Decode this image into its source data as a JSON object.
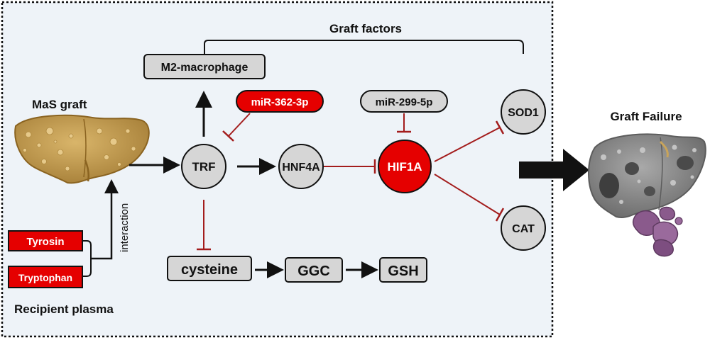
{
  "labels": {
    "graft_factors": "Graft factors",
    "mas_graft": "MaS graft",
    "recipient_plasma": "Recipient plasma",
    "interaction": "interaction",
    "graft_failure": "Graft Failure"
  },
  "nodes": {
    "m2_macrophage": "M2-macrophage",
    "trf": "TRF",
    "hnf4a": "HNF4A",
    "hif1a": "HIF1A",
    "sod1": "SOD1",
    "cat": "CAT",
    "mir_362": "miR-362-3p",
    "mir_299": "miR-299-5p",
    "cysteine": "cysteine",
    "ggc": "GGC",
    "gsh": "GSH",
    "tyrosin": "Tyrosin",
    "tryptophan": "Tryptophan"
  },
  "colors": {
    "panel_bg": "#eef3f8",
    "node_fill": "#d6d6d6",
    "highlight_red": "#e50000",
    "inhibit_line": "#a31c1c",
    "arrow": "#111111",
    "healthy_liver": "#c8a256",
    "failed_liver": "#8c8c8c",
    "clot": "#8a5a8c"
  }
}
